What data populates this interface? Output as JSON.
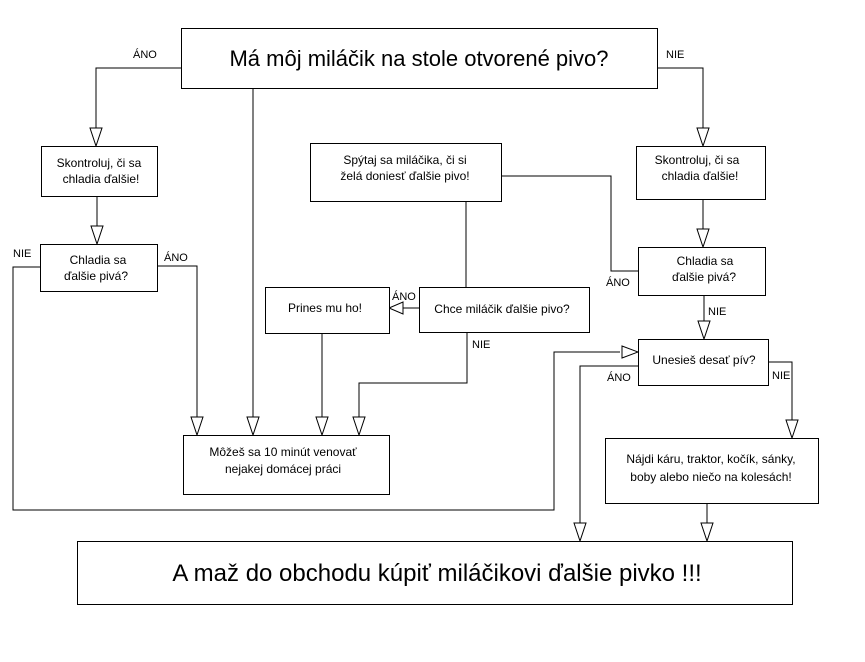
{
  "nodes": {
    "start": "Má môj miláčik na stole otvorené pivo?",
    "check_left": [
      "Skontroluj, či sa",
      "chladia ďalšie!"
    ],
    "cooling_left": [
      "Chladia sa",
      "ďalšie pivá?"
    ],
    "ask": [
      "Spýtaj sa miláčika, či si",
      "želá doniesť ďalšie pivo!"
    ],
    "check_right": [
      "Skontroluj, či sa",
      "chladia ďalšie!"
    ],
    "cooling_right": [
      "Chladia sa",
      "ďalšie pivá?"
    ],
    "bring": "Prines mu ho!",
    "wants": "Chce miláčik ďalšie pivo?",
    "carry": "Unesieš desať pív?",
    "chores": [
      "Môžeš sa 10 minút venovať",
      "nejakej domácej práci"
    ],
    "find": [
      "Nájdi káru, traktor, kočík, sánky,",
      "boby alebo niečo na kolesách!"
    ],
    "end": "A maž do obchodu kúpiť miláčikovi ďalšie pivko !!!"
  },
  "labels": {
    "yes": "ÁNO",
    "no": "NIE"
  }
}
